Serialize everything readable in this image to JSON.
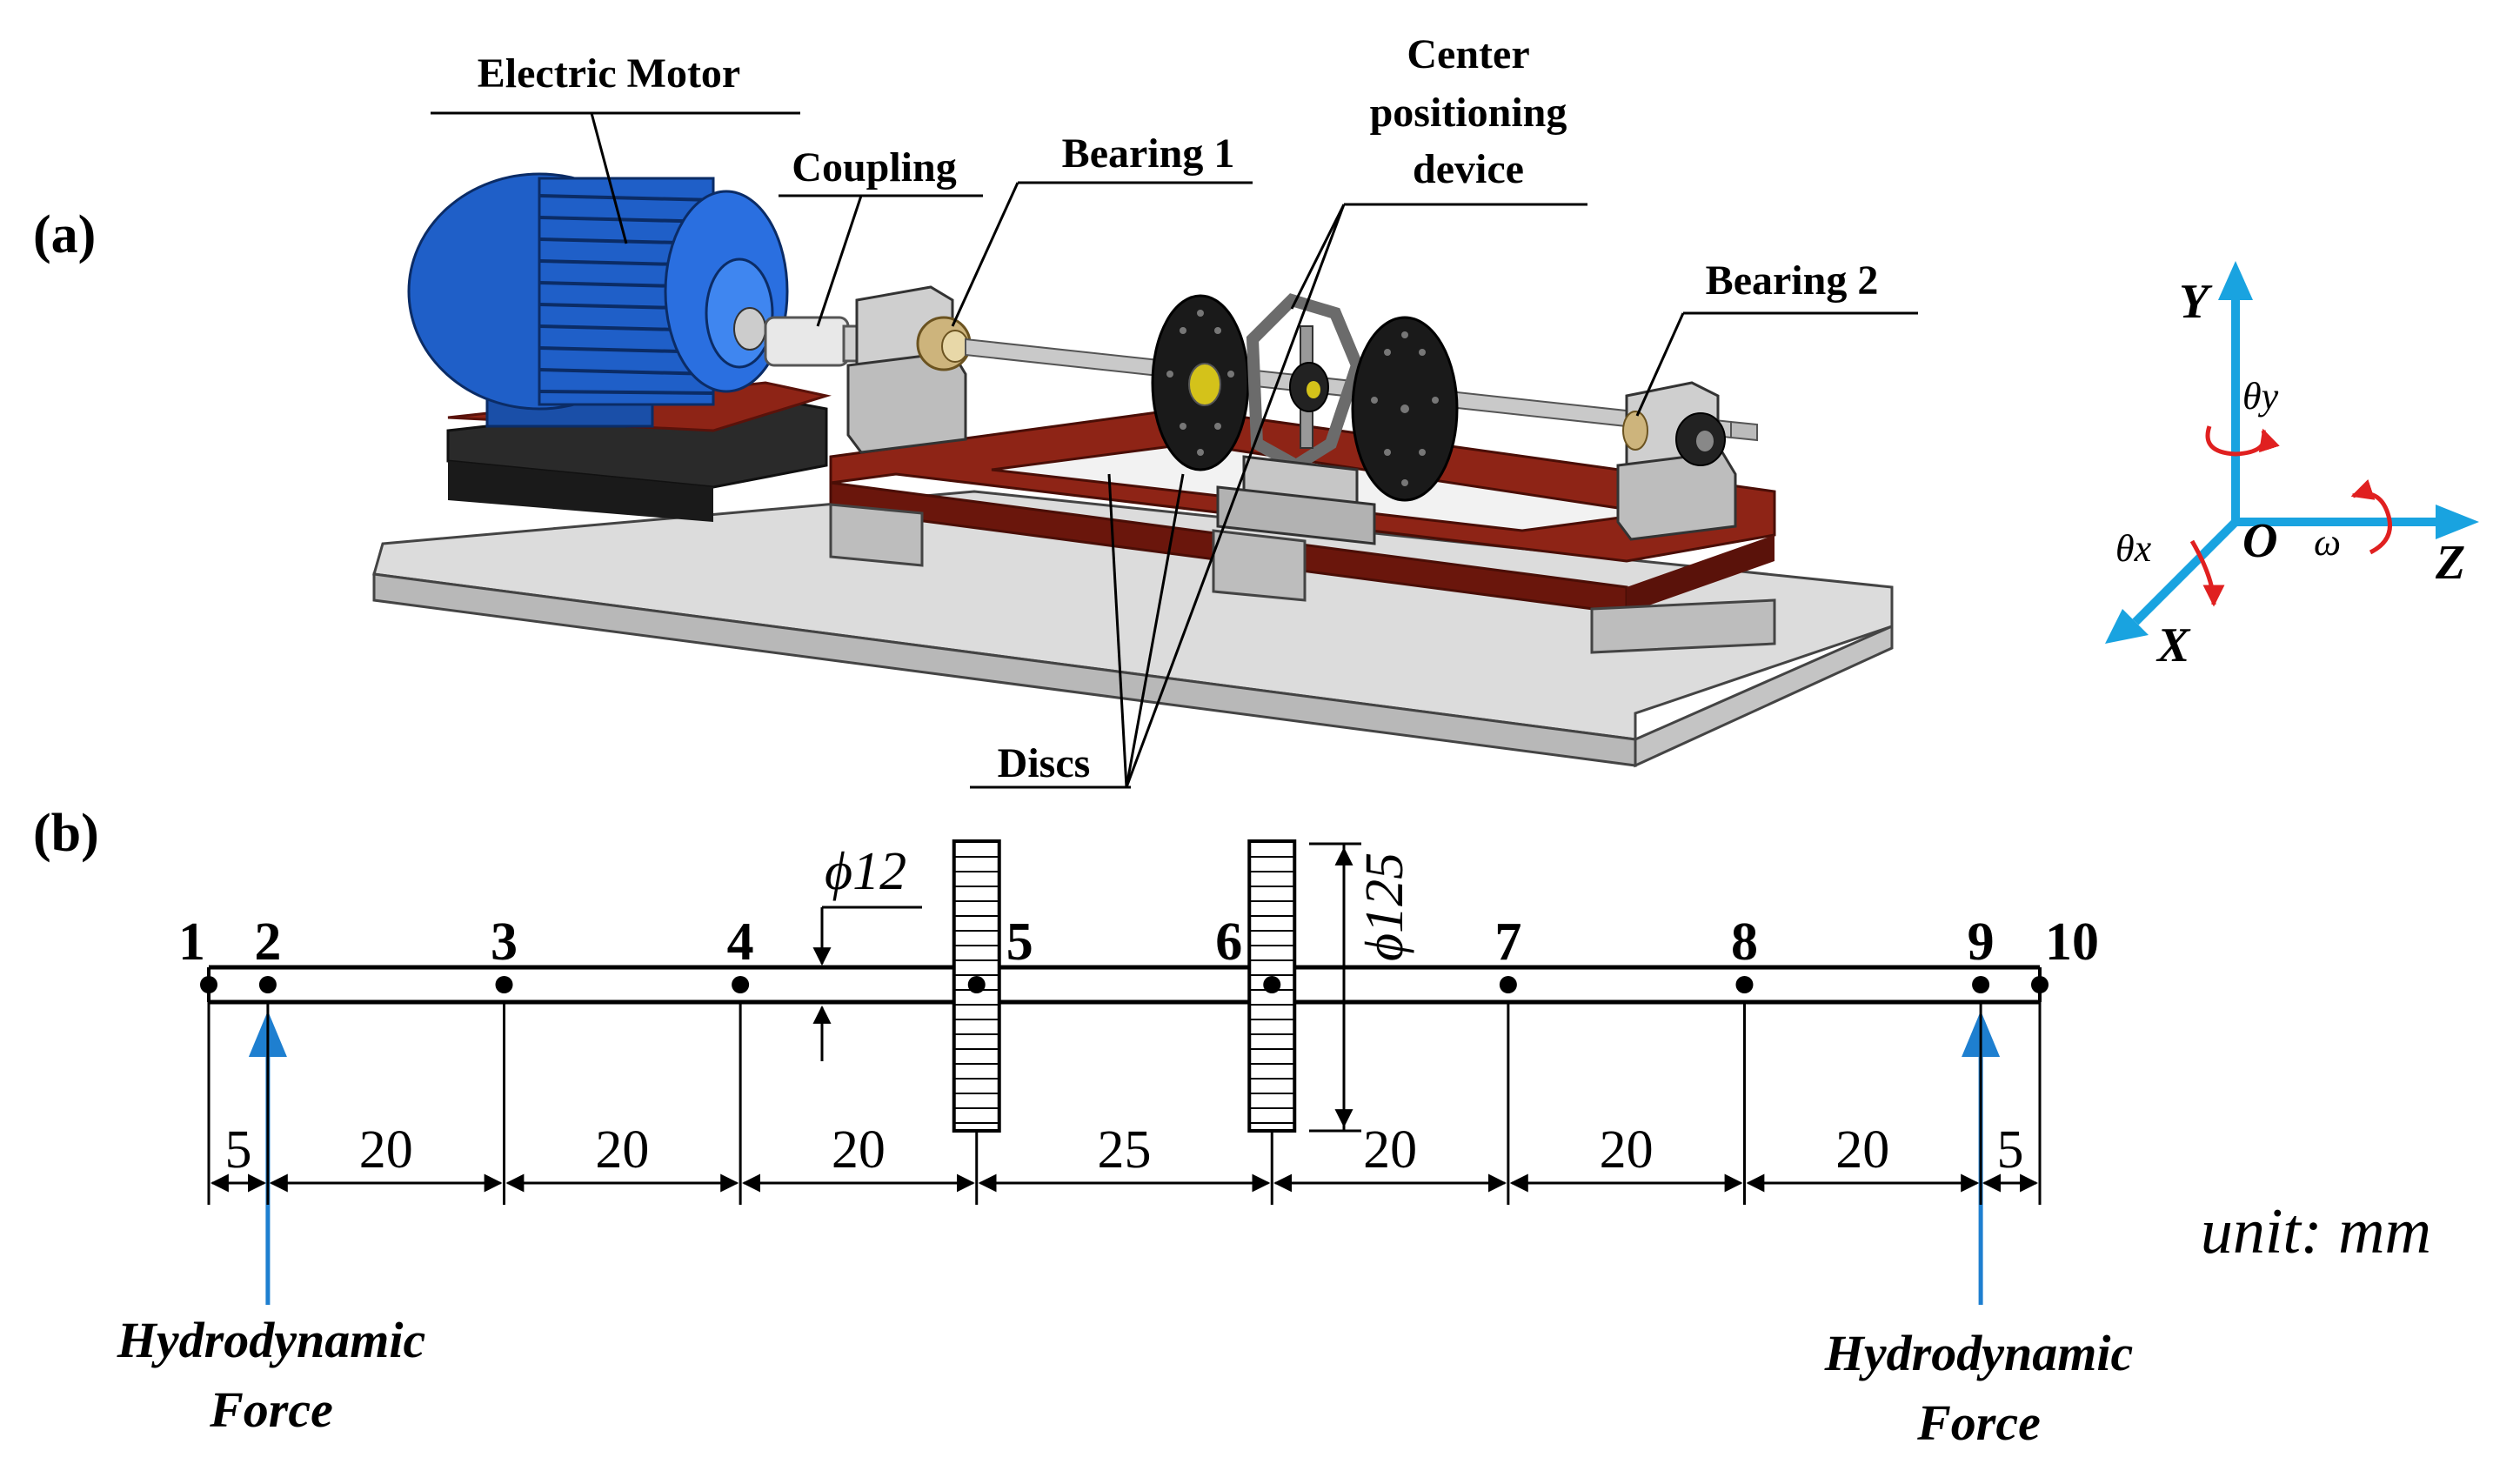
{
  "panels": {
    "a": "(a)",
    "b": "(b)"
  },
  "labels": {
    "motor": "Electric Motor",
    "coupling": "Coupling",
    "bearing1": "Bearing 1",
    "center_line1": "Center",
    "center_line2": "positioning",
    "center_line3": "device",
    "bearing2": "Bearing 2",
    "discs": "Discs"
  },
  "axes": {
    "y": "Y",
    "theta_y": "θy",
    "origin": "O",
    "omega": "ω",
    "z": "Z",
    "theta_x": "θx",
    "x": "X"
  },
  "colors": {
    "motor": "#1f5fc8",
    "frame": "#7a1a10",
    "base": "#d8d8d8",
    "axis": "#19a3e0",
    "rotation": "#e02020",
    "force_arrow": "#1e7fd0"
  },
  "shaft": {
    "nodes": [
      "1",
      "2",
      "3",
      "4",
      "5",
      "6",
      "7",
      "8",
      "9",
      "10"
    ],
    "spacings_mm": [
      5,
      20,
      20,
      20,
      25,
      20,
      20,
      20,
      5
    ],
    "spacing_labels": [
      "5",
      "20",
      "20",
      "20",
      "25",
      "20",
      "20",
      "20",
      "5"
    ],
    "shaft_diameter": "ϕ12",
    "disc_diameter": "ϕ125",
    "disc_nodes": [
      "5",
      "6"
    ],
    "force_nodes": [
      "2",
      "9"
    ],
    "force_label_line1": "Hydrodynamic",
    "force_label_line2": "Force",
    "unit": "unit: mm"
  }
}
